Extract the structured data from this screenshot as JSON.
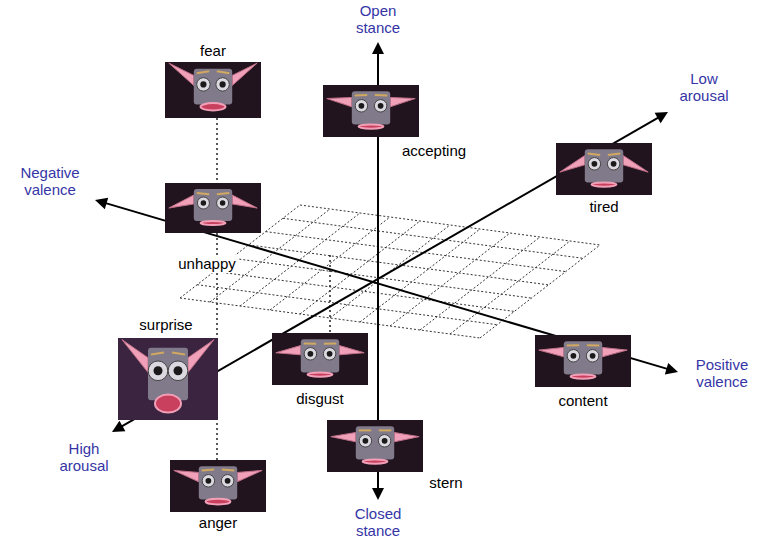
{
  "diagram": {
    "nodes": [
      {
        "text": [
          "fear"
        ]
      },
      {
        "text": [
          "accepting"
        ]
      },
      {
        "text": [
          "tired"
        ]
      },
      {
        "text": [
          "unhappy"
        ]
      },
      {
        "text": [
          "surprise"
        ]
      },
      {
        "text": [
          "content"
        ]
      },
      {
        "text": [
          "disgust"
        ]
      },
      {
        "text": [
          "stern"
        ]
      },
      {
        "text": [
          "anger"
        ]
      }
    ],
    "labels": [
      "Open stance",
      "Low arousal",
      "Negative valence",
      "Positive valence",
      "High arousal",
      "Closed stance"
    ]
  }
}
